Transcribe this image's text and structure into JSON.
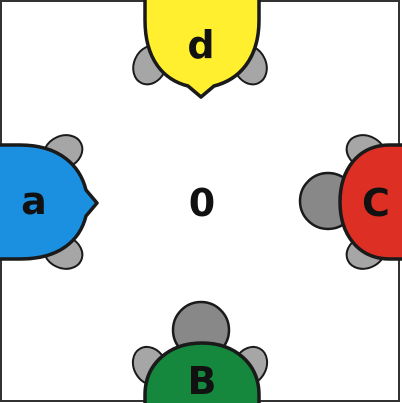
{
  "center_value": "0",
  "colors": {
    "board_border": "#333333",
    "outline": "#1a1a1a",
    "limb": "#a6a6a6",
    "head": "#888888"
  },
  "turtles": [
    {
      "id": "top",
      "label": "d",
      "shell_color": "#ffef2e",
      "facing": "down",
      "head_visible": false
    },
    {
      "id": "left",
      "label": "a",
      "shell_color": "#1b8fe0",
      "facing": "right",
      "head_visible": false
    },
    {
      "id": "right",
      "label": "C",
      "shell_color": "#de2f24",
      "facing": "left",
      "head_visible": true
    },
    {
      "id": "bottom",
      "label": "B",
      "shell_color": "#15883e",
      "facing": "up",
      "head_visible": true
    }
  ]
}
